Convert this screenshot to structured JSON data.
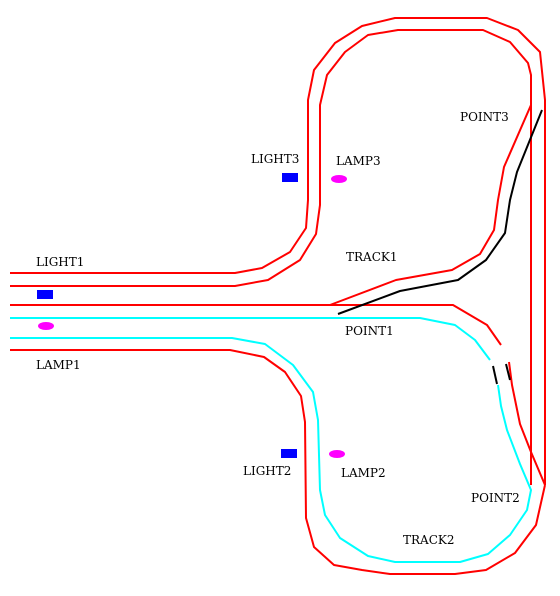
{
  "colors": {
    "background": "#ffffff",
    "track_red": "#ff0000",
    "track_cyan": "#00ffff",
    "track_black": "#000000",
    "light": "#0000ff",
    "lamp": "#ff00ff"
  },
  "labels": {
    "light1": "LIGHT1",
    "light2": "LIGHT2",
    "light3": "LIGHT3",
    "lamp1": "LAMP1",
    "lamp2": "LAMP2",
    "lamp3": "LAMP3",
    "track1": "TRACK1",
    "track2": "TRACK2",
    "point1": "POINT1",
    "point2": "POINT2",
    "point3": "POINT3"
  }
}
